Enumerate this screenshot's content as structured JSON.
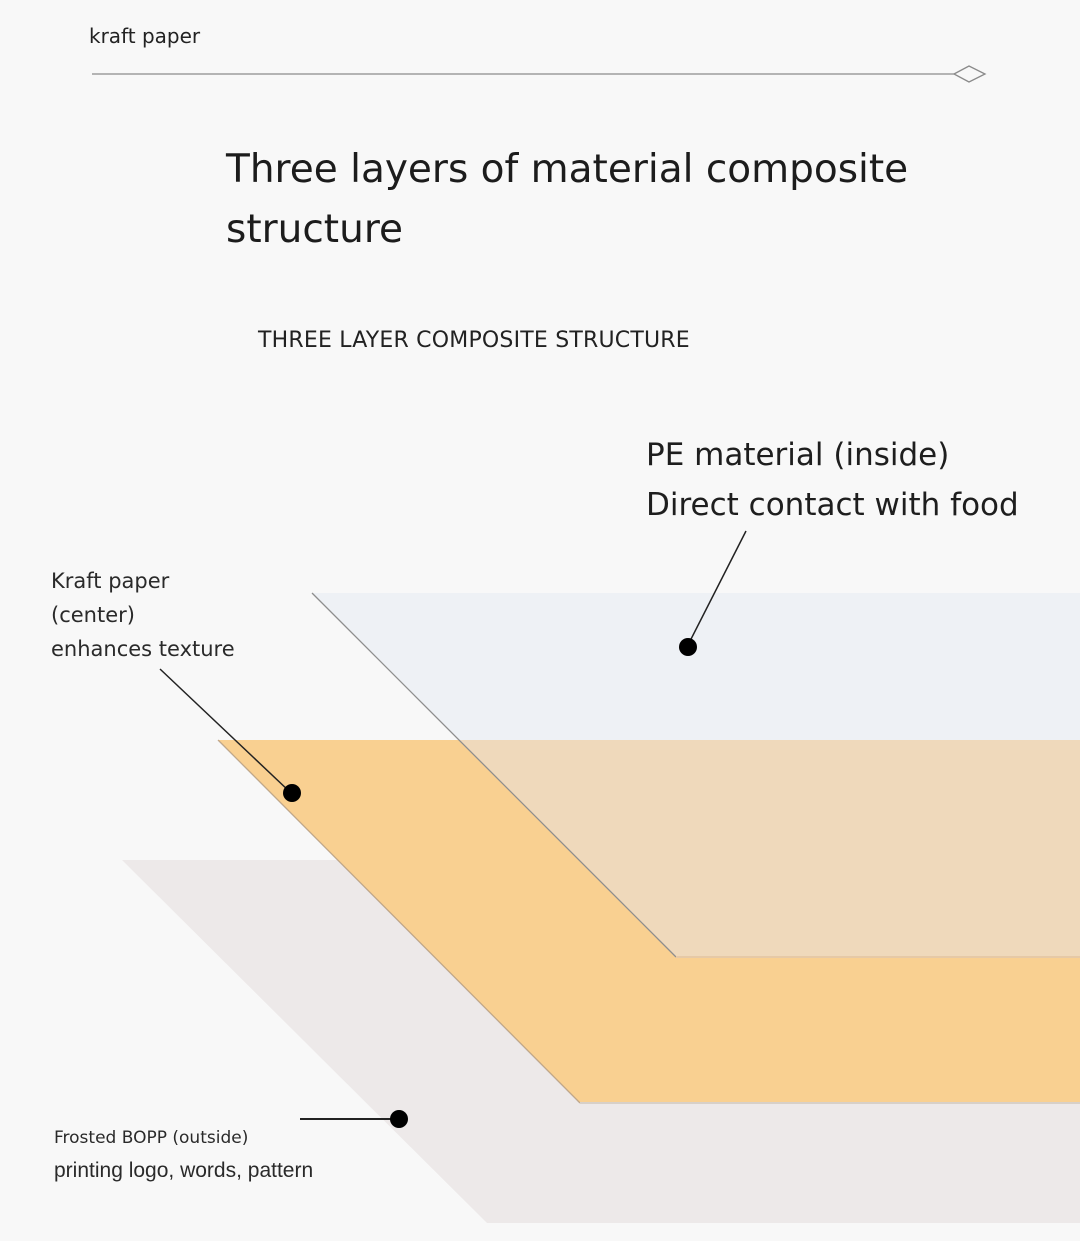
{
  "header": {
    "label": "kraft paper"
  },
  "title": "Three layers of material composite structure",
  "subtitle": "THREE LAYER COMPOSITE STRUCTURE",
  "layers": {
    "pe": {
      "line1": "PE material (inside)",
      "line2": "Direct contact with food"
    },
    "kraft": {
      "line1": "Kraft paper",
      "line2": "(center)",
      "line3": "enhances texture"
    },
    "bopp": {
      "title": "Frosted BOPP (outside)",
      "desc": "printing logo, words, pattern"
    }
  },
  "colors": {
    "background": "#f8f8f8",
    "pe_layer": "#eef1f5",
    "kraft_layer": "#f9d091",
    "kraft_overlap": "#efd9bb",
    "bopp_layer": "#ede9e9",
    "rule": "#8a8a8a",
    "dot": "#000000"
  },
  "icons": {
    "rule_end": "diamond-outline-icon"
  }
}
